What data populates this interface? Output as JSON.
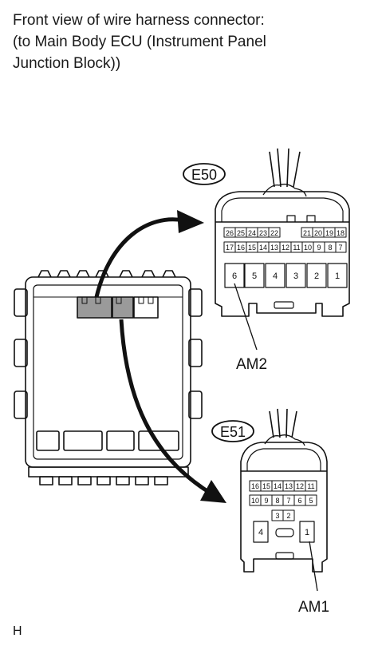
{
  "header": {
    "line1": "Front view of wire harness connector:",
    "line2": "(to Main Body ECU (Instrument Panel",
    "line3": "Junction Block))"
  },
  "connectors": {
    "e50": {
      "id": "E50",
      "row_top": [
        "26",
        "25",
        "24",
        "23",
        "22",
        "21",
        "20",
        "19",
        "18"
      ],
      "row_mid": [
        "17",
        "16",
        "15",
        "14",
        "13",
        "12",
        "11",
        "10",
        "9",
        "8",
        "7"
      ],
      "row_big": [
        "6",
        "5",
        "4",
        "3",
        "2",
        "1"
      ],
      "callout": "AM2"
    },
    "e51": {
      "id": "E51",
      "row1": [
        "16",
        "15",
        "14",
        "13",
        "12",
        "11"
      ],
      "row2": [
        "10",
        "9",
        "8",
        "7",
        "6",
        "5"
      ],
      "row3": [
        "3",
        "2"
      ],
      "pin_left": "4",
      "pin_right": "1",
      "callout": "AM1"
    }
  },
  "footer": {
    "code": "H"
  }
}
